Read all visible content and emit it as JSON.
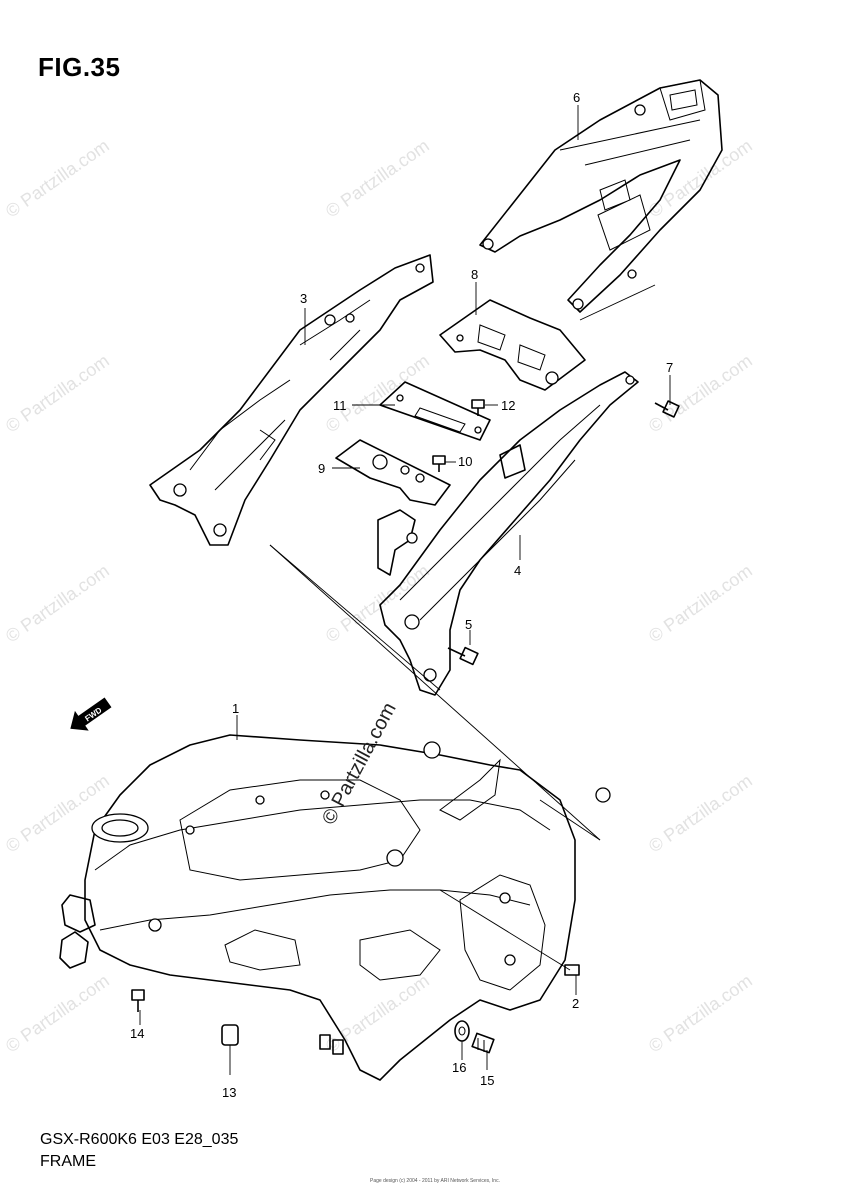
{
  "figure": {
    "title": "FIG.35",
    "code": "GSX-R600K6 E03 E28_035",
    "name": "FRAME",
    "fine_print": "Page design (c) 2004 - 2011 by ARI Network Services, Inc."
  },
  "watermark": {
    "text": "© Partzilla.com",
    "center_text": "© Partzilla.com"
  },
  "direction_arrow": {
    "label": "FWD"
  },
  "callouts": {
    "c1": "1",
    "c2": "2",
    "c3": "3",
    "c4": "4",
    "c5": "5",
    "c6": "6",
    "c7": "7",
    "c8": "8",
    "c9": "9",
    "c10": "10",
    "c11": "11",
    "c12": "12",
    "c13": "13",
    "c14": "14",
    "c15": "15",
    "c16": "16"
  }
}
